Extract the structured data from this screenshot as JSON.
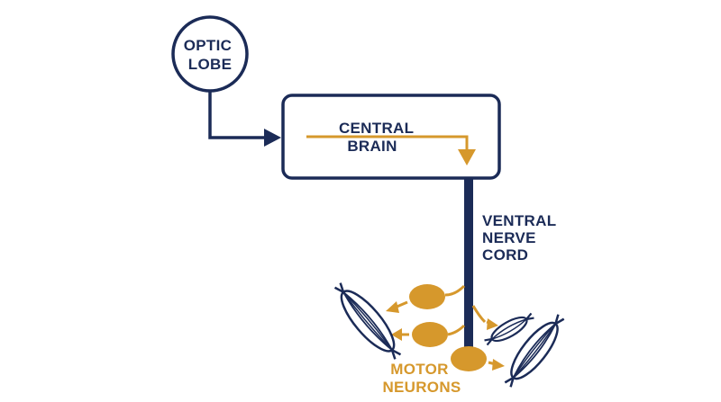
{
  "labels": {
    "optic_lobe": [
      "OPTIC",
      "LOBE"
    ],
    "central_brain": [
      "CENTRAL",
      "BRAIN"
    ],
    "ventral_nerve_cord": [
      "VENTRAL",
      "NERVE",
      "CORD"
    ],
    "motor_neurons": [
      "MOTOR",
      "NEURONS"
    ]
  },
  "colors": {
    "navy": "#1b2b57",
    "gold": "#d6982c",
    "background": "#ffffff"
  },
  "icons": {
    "muscle": "muscle-icon"
  }
}
